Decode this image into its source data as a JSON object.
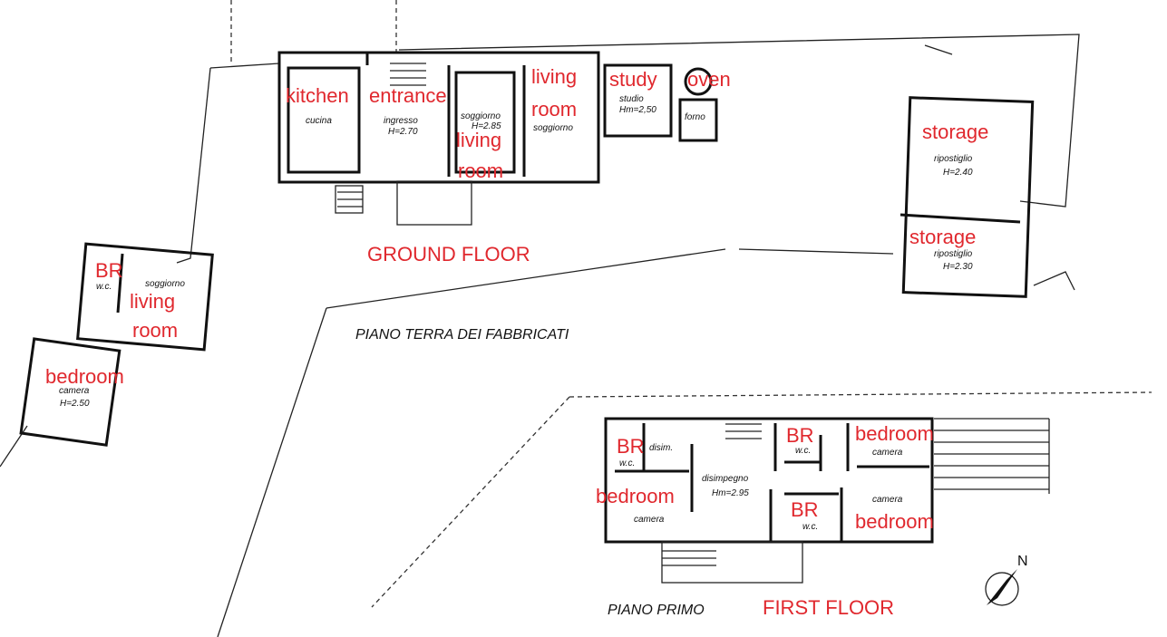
{
  "colors": {
    "label": "#e0282e",
    "lines": "#111111"
  },
  "captions": {
    "ground_floor_it": "PIANO TERRA DEI FABBRICATI",
    "first_floor_it": "PIANO PRIMO",
    "ground_floor_en": "GROUND FLOOR",
    "first_floor_en": "FIRST FLOOR",
    "north": "N"
  },
  "ground_floor": {
    "rooms": [
      {
        "it": "cucina",
        "en": "kitchen"
      },
      {
        "it": "ingresso",
        "height": "H=2.70",
        "en": "entrance"
      },
      {
        "it": "soggiorno",
        "height": "H=2.85",
        "en_1": "living",
        "en_2": "room"
      },
      {
        "it": "soggiorno",
        "en_1": "living",
        "en_2": "room"
      },
      {
        "it": "studio",
        "height": "Hm=2,50",
        "en": "study"
      },
      {
        "it": "forno",
        "en": "oven"
      }
    ]
  },
  "storage_building": {
    "rooms": [
      {
        "it": "ripostiglio",
        "height": "H=2.40",
        "en": "storage"
      },
      {
        "it": "ripostiglio",
        "height": "H=2.30",
        "en": "storage"
      }
    ]
  },
  "left_building": {
    "rooms": [
      {
        "it": "w.c.",
        "en": "BR"
      },
      {
        "it": "soggiorno",
        "en_1": "living",
        "en_2": "room"
      },
      {
        "it": "camera",
        "height": "H=2.50",
        "en": "bedroom"
      }
    ]
  },
  "first_floor": {
    "rooms": [
      {
        "it": "w.c.",
        "en": "BR"
      },
      {
        "it": "disim.",
        "en": ""
      },
      {
        "it": "camera",
        "en": "bedroom"
      },
      {
        "it": "disimpegno",
        "height": "Hm=2.95"
      },
      {
        "it": "w.c.",
        "en": "BR"
      },
      {
        "it": "camera",
        "en": "bedroom"
      },
      {
        "it": "w.c.",
        "en": "BR"
      },
      {
        "it": "camera",
        "en": "bedroom"
      }
    ]
  }
}
